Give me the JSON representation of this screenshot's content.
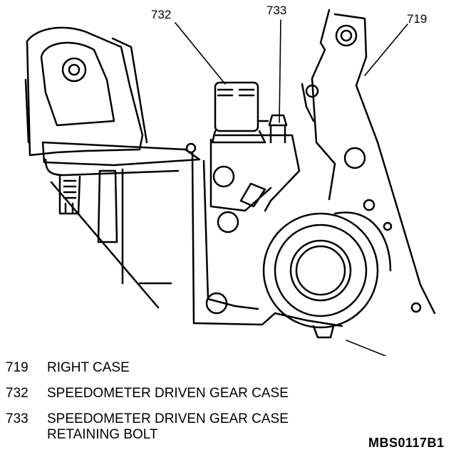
{
  "callouts": {
    "c732": "732",
    "c733": "733",
    "c719": "719"
  },
  "legend": [
    {
      "number": "719",
      "text": "RIGHT CASE"
    },
    {
      "number": "732",
      "text": "SPEEDOMETER DRIVEN GEAR CASE"
    },
    {
      "number": "733",
      "text": "SPEEDOMETER DRIVEN GEAR CASE RETAINING BOLT"
    }
  ],
  "figure_id": "MBS0117B1"
}
